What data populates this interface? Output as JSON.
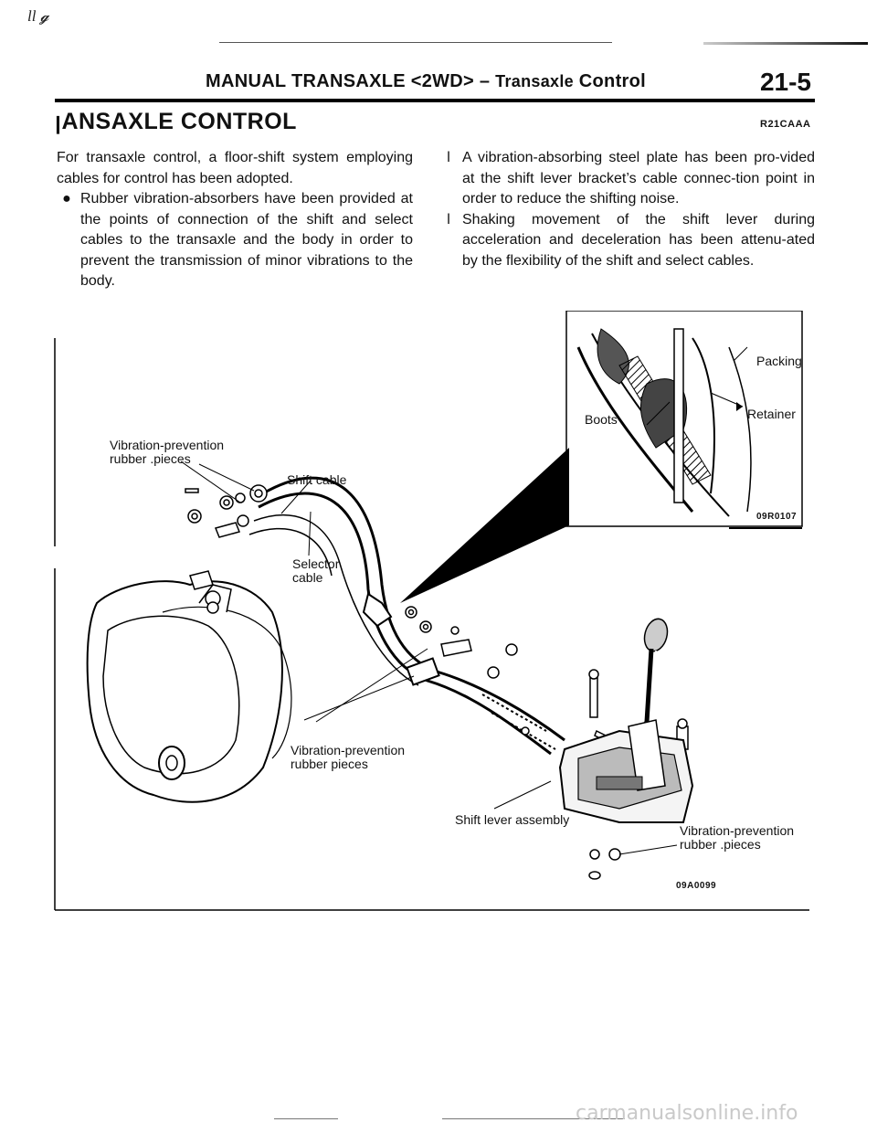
{
  "corner_note": "ll 𝓰",
  "header": {
    "title_main": "MANUAL TRANSAXLE <2WD> – ",
    "title_sub": "Transaxle",
    "title_tail": " Control",
    "page_number": "21-5"
  },
  "section": {
    "title": "ꞁANSAXLE CONTROL",
    "code": "R21CAAA"
  },
  "left_column": {
    "intro": "For transaxle control, a floor-shift system employing cables for control has been adopted.",
    "bullets": [
      {
        "marker": "●",
        "text": "Rubber vibration-absorbers have been provided at the points of connection of the shift and select cables to the transaxle and the body in order to prevent the transmission of minor vibrations to the body."
      }
    ]
  },
  "right_column": {
    "bullets": [
      {
        "marker": "l",
        "text": "A vibration-absorbing steel plate has been pro-vided at the shift lever bracket’s cable connec-tion point in order to reduce the shifting noise."
      },
      {
        "marker": "l",
        "text": "Shaking movement of the shift lever during acceleration and deceleration has been attenu-ated by the flexibility of the shift and select cables."
      }
    ]
  },
  "figure": {
    "labels": {
      "vib_prev_top_1": "Vibration-prevention",
      "vib_prev_top_2": "rubber .pieces",
      "shift_cable": "Shift cable",
      "selector_cable_1": "Selector",
      "selector_cable_2": "cable",
      "vib_prev_mid_1": "Vibration-prevention",
      "vib_prev_mid_2": "rubber pieces",
      "shift_lever_assembly": "Shift lever assembly",
      "vib_prev_bottom_1": "Vibration-prevention",
      "vib_prev_bottom_2": "rubber .pieces",
      "packing": "Packing",
      "boots": "Boots",
      "retainer": "Retainer"
    },
    "inset_code": "09R0107",
    "figure_code": "09A0099"
  },
  "watermark": "carmanualsonline.info"
}
